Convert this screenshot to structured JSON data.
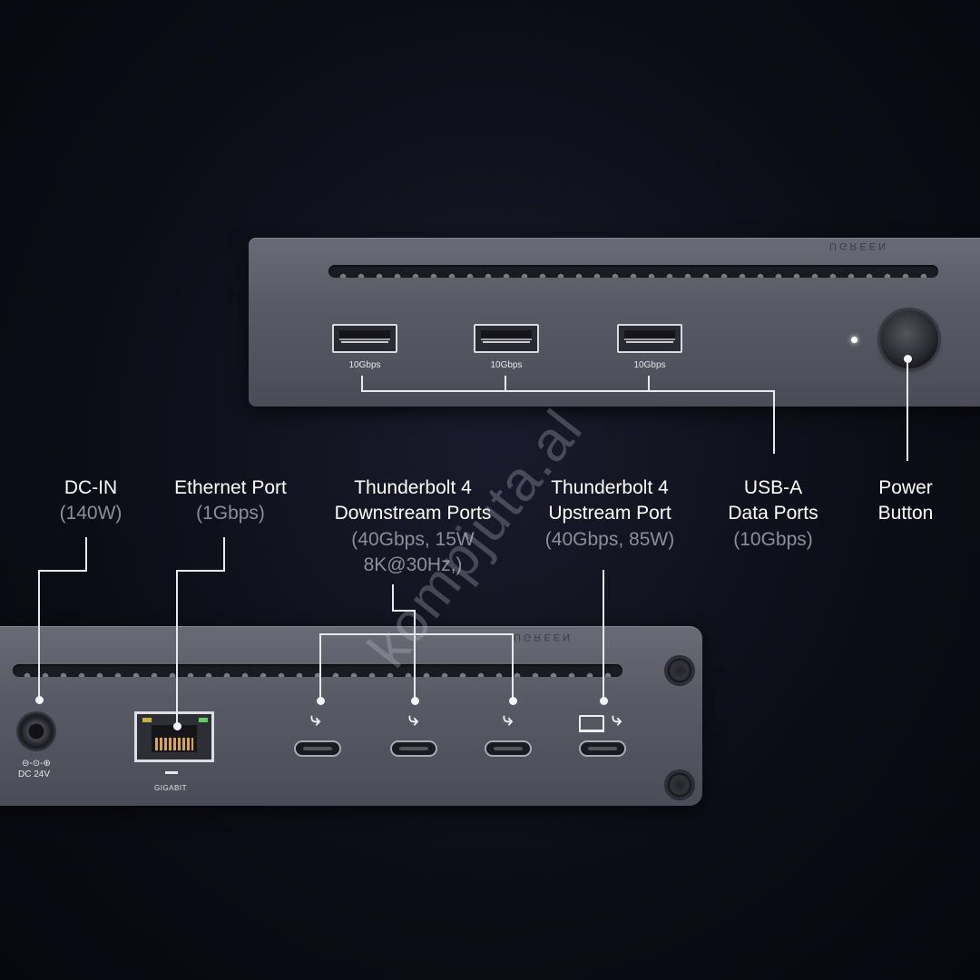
{
  "brand_mark": "UGREEN",
  "top_device": {
    "usb_ports": [
      {
        "label": "10Gbps"
      },
      {
        "label": "10Gbps"
      },
      {
        "label": "10Gbps"
      }
    ]
  },
  "bottom_device": {
    "dc_label": "DC 24V",
    "gigabit_label": "GIGABIT"
  },
  "callouts": {
    "dc_in": {
      "title": "DC-IN",
      "sub": "(140W)"
    },
    "ethernet": {
      "title": "Ethernet Port",
      "sub": "(1Gbps)"
    },
    "tb_down": {
      "title_1": "Thunderbolt 4",
      "title_2": "Downstream Ports",
      "sub_1": "(40Gbps,  15W",
      "sub_2": "8K@30Hz,)"
    },
    "tb_up": {
      "title_1": "Thunderbolt 4",
      "title_2": "Upstream Port",
      "sub": "(40Gbps, 85W)"
    },
    "usb_a": {
      "title_1": "USB-A",
      "title_2": "Data Ports",
      "sub": "(10Gbps)"
    },
    "power": {
      "title_1": "Power",
      "title_2": "Button"
    }
  },
  "watermark": "kompjuta.al",
  "colors": {
    "background": "#0c0c16",
    "device": "#5a5a66",
    "text": "#ffffff",
    "subtext": "#8e8e9a"
  }
}
